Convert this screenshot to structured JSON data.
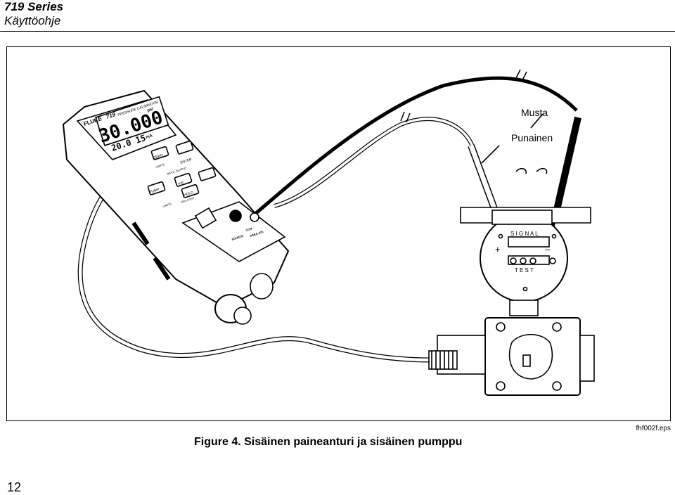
{
  "header": {
    "series": "719 Series",
    "manual": "Käyttöohje"
  },
  "figure": {
    "label_black": "Musta",
    "label_red": "Punainen",
    "caption": "Figure 4. Sisäinen paineanturi ja sisäinen pumppu",
    "file_ref": "fhf002f.eps",
    "calibrator": {
      "brand": "FLUKE",
      "model": "719",
      "subtitle": "PRESSURE CALIBRATOR",
      "display_main": "30.000",
      "display_sub": "20.0 15",
      "display_unit": "mA",
      "display_unit2": "psi",
      "keys": [
        "ZERO",
        "ENTER",
        "mA",
        "HOLD",
        "PUMP"
      ],
      "key_labels": [
        "LIMITS",
        "INPUT OUTPUT",
        "LIMITS",
        "25% STEP"
      ],
      "jack_labels": [
        "SOURCE",
        "COM",
        "SIMULATE"
      ]
    },
    "transmitter": {
      "signal_label": "S I G N A L",
      "test_label": "T E S T",
      "plus": "+",
      "minus": "–"
    }
  },
  "page": {
    "number": "12"
  }
}
